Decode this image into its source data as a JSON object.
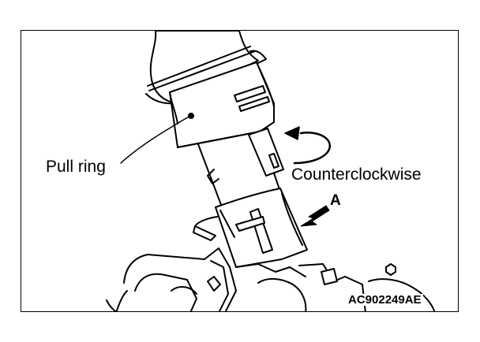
{
  "figure": {
    "labels": {
      "pull_ring": "Pull ring",
      "direction": "Counterclockwise",
      "callout": "A",
      "figure_code": "AC902249AE"
    }
  }
}
